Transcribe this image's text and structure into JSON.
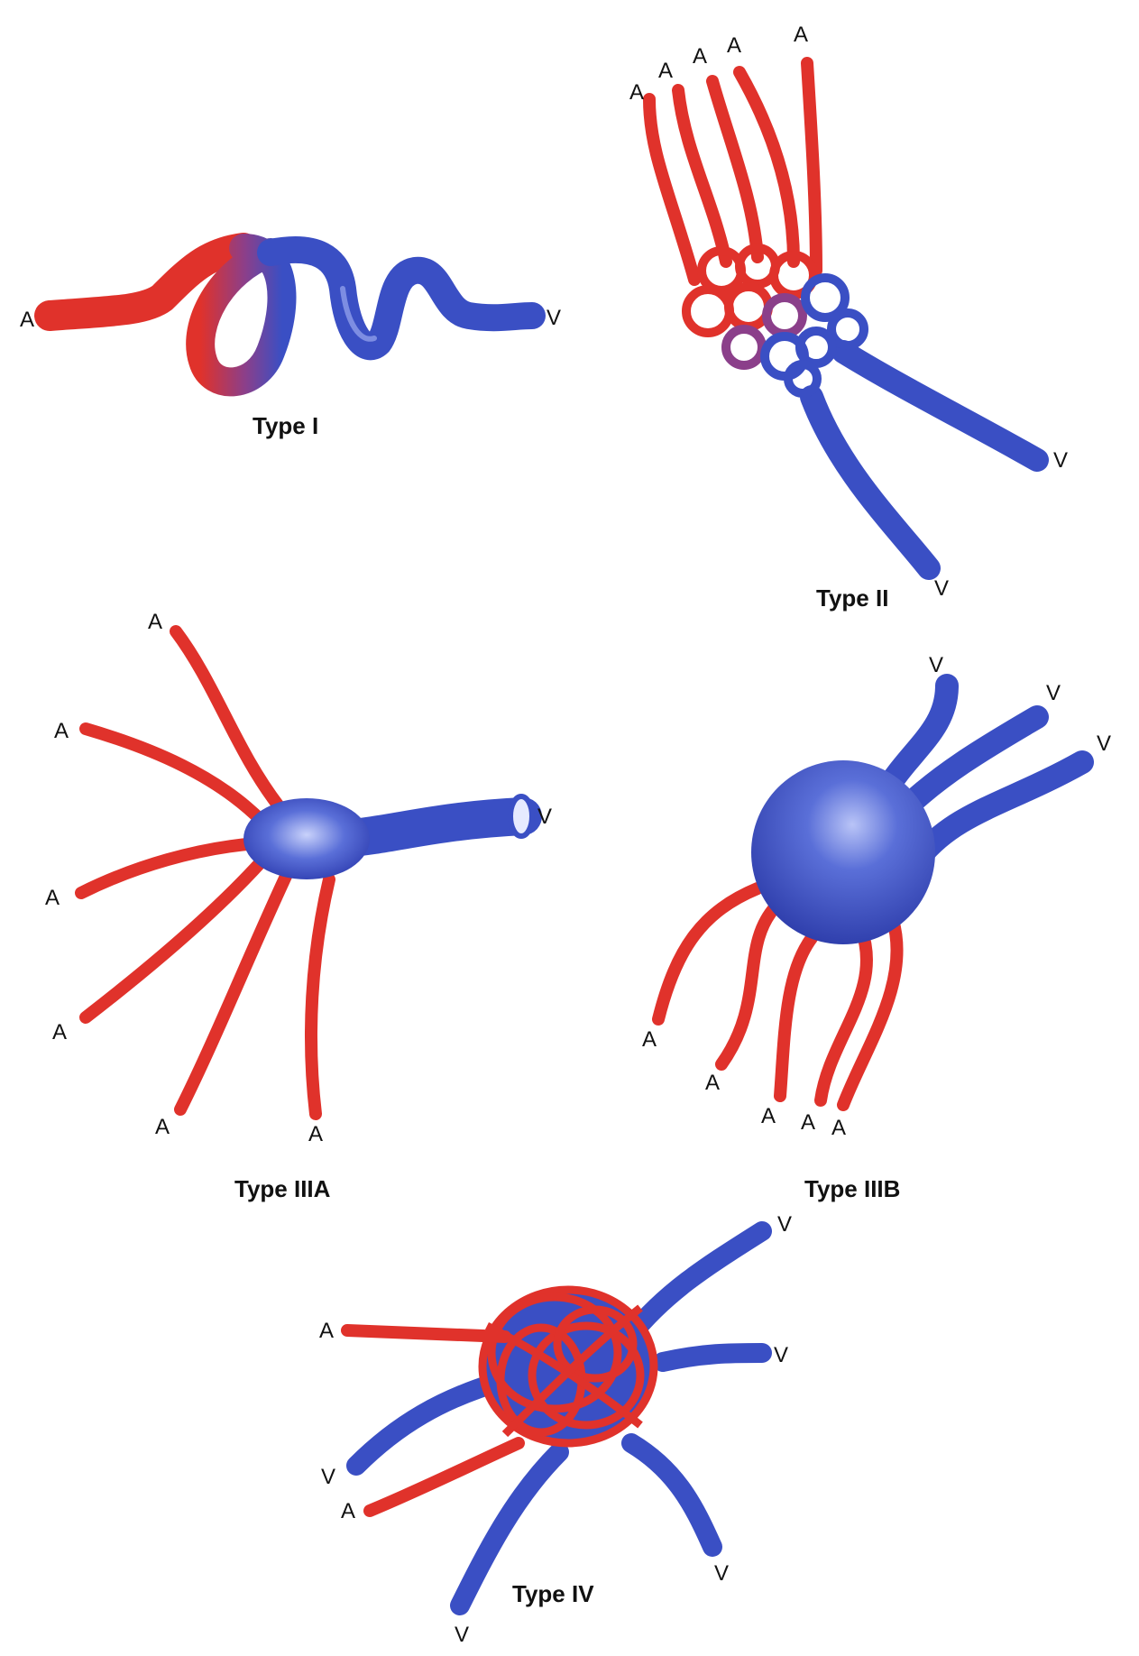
{
  "diagram": {
    "panels": [
      {
        "id": "type1",
        "title": "Type I",
        "labels": [
          "A",
          "V"
        ]
      },
      {
        "id": "type2",
        "title": "Type II",
        "labels": [
          "A",
          "A",
          "A",
          "A",
          "A",
          "V",
          "V"
        ]
      },
      {
        "id": "type3a",
        "title": "Type IIIA",
        "labels": [
          "A",
          "A",
          "A",
          "A",
          "A",
          "A",
          "V"
        ]
      },
      {
        "id": "type3b",
        "title": "Type IIIB",
        "labels": [
          "V",
          "V",
          "V",
          "A",
          "A",
          "A",
          "A",
          "A"
        ]
      },
      {
        "id": "type4",
        "title": "Type IV",
        "labels": [
          "V",
          "V",
          "A",
          "V",
          "A",
          "V",
          "V"
        ]
      }
    ],
    "colors": {
      "artery": "#e0322b",
      "artery_highlight": "#ff9a8e",
      "vein": "#3a4fc4",
      "vein_highlight": "#9aa8f0",
      "text": "#111111"
    }
  }
}
